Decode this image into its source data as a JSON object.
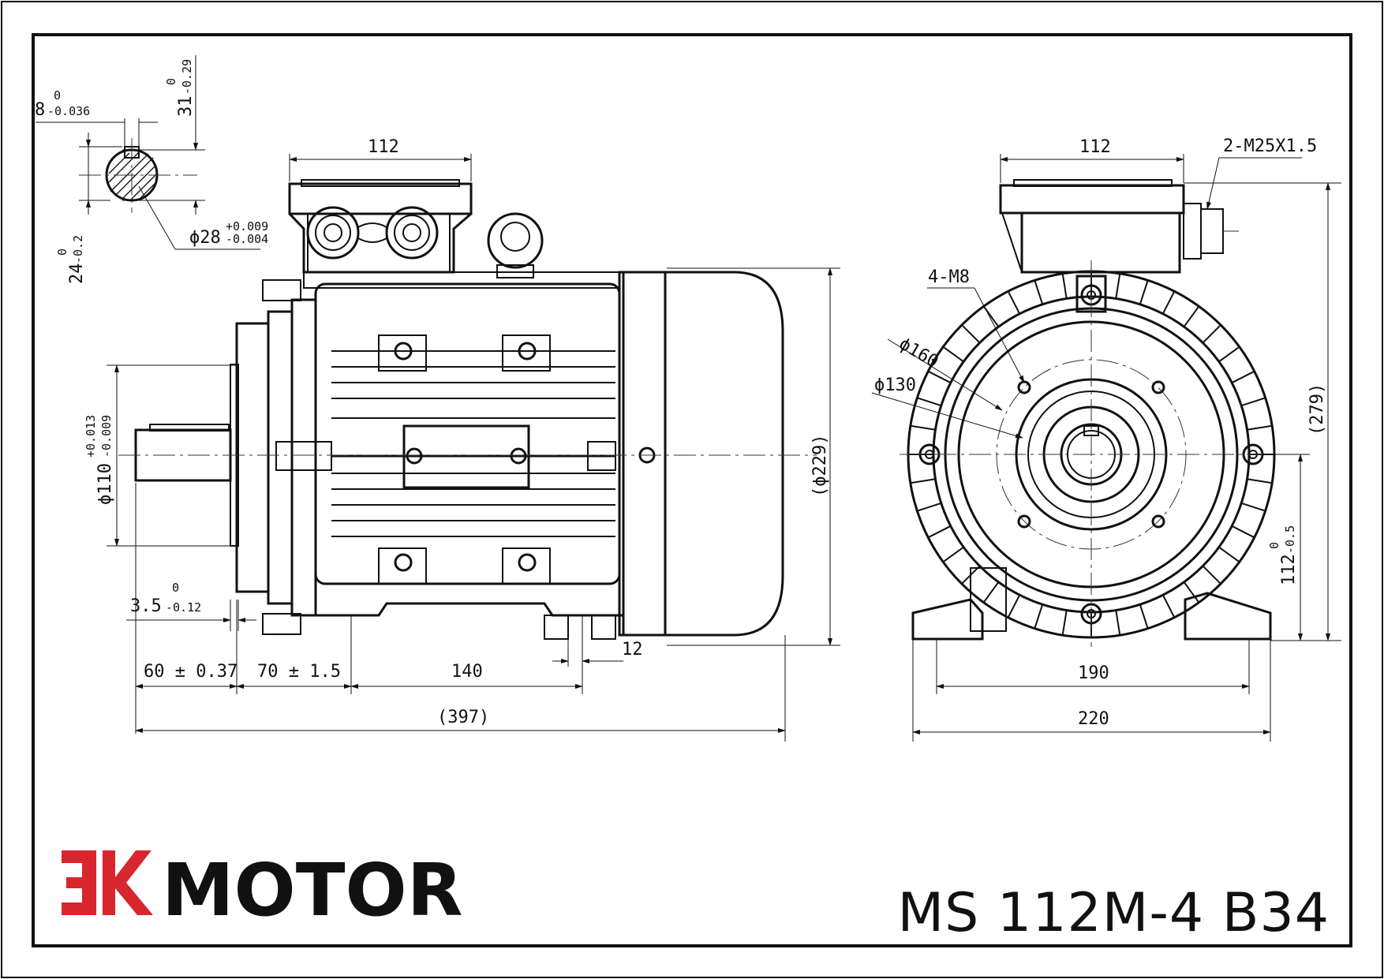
{
  "drawing": {
    "brand": {
      "logo_mark": "EK",
      "name": "MOTOR",
      "mark_color": "#d7262e",
      "text_color": "#111111"
    },
    "model": "MS 112M-4 B34",
    "colors": {
      "line": "#111111",
      "paper": "#ffffff",
      "frame": "#000000"
    },
    "shaft_section": {
      "key_width": "8",
      "key_width_tol_upper": "0",
      "key_width_tol_lower": "-0.036",
      "key_height": "31",
      "key_height_tol_upper": "0",
      "key_height_tol_lower": "-0.29",
      "depth": "24",
      "depth_tol_upper": "0",
      "depth_tol_lower": "-0.2",
      "diameter_prefix": "ϕ28",
      "diameter_tol_upper": "+0.009",
      "diameter_tol_lower": "-0.004"
    },
    "side_view": {
      "terminal_box_width": "112",
      "spigot_prefix": "ϕ110",
      "spigot_tol_upper": "+0.013",
      "spigot_tol_lower": "-0.009",
      "flange_thickness": "3.5",
      "flange_tol_upper": "0",
      "flange_tol_lower": "-0.12",
      "shaft_length": "60 ± 0.37",
      "shaft_to_foot": "70 ± 1.5",
      "foot_hole_spacing": "140",
      "foot_hole": "12",
      "overall_length": "(397)",
      "frame_diameter": "(ϕ229)"
    },
    "end_view": {
      "terminal_box_width": "112",
      "cable_gland": "2-M25X1.5",
      "flange_bolts": "4-M8",
      "pcd": "ϕ160",
      "spigot": "ϕ130",
      "overall_height": "(279)",
      "shaft_height": "112",
      "shaft_height_tol_upper": "0",
      "shaft_height_tol_lower": "-0.5",
      "foot_hole_spacing": "190",
      "foot_width": "220"
    },
    "icons": [
      "arrow-icon",
      "centerline-icon"
    ]
  }
}
